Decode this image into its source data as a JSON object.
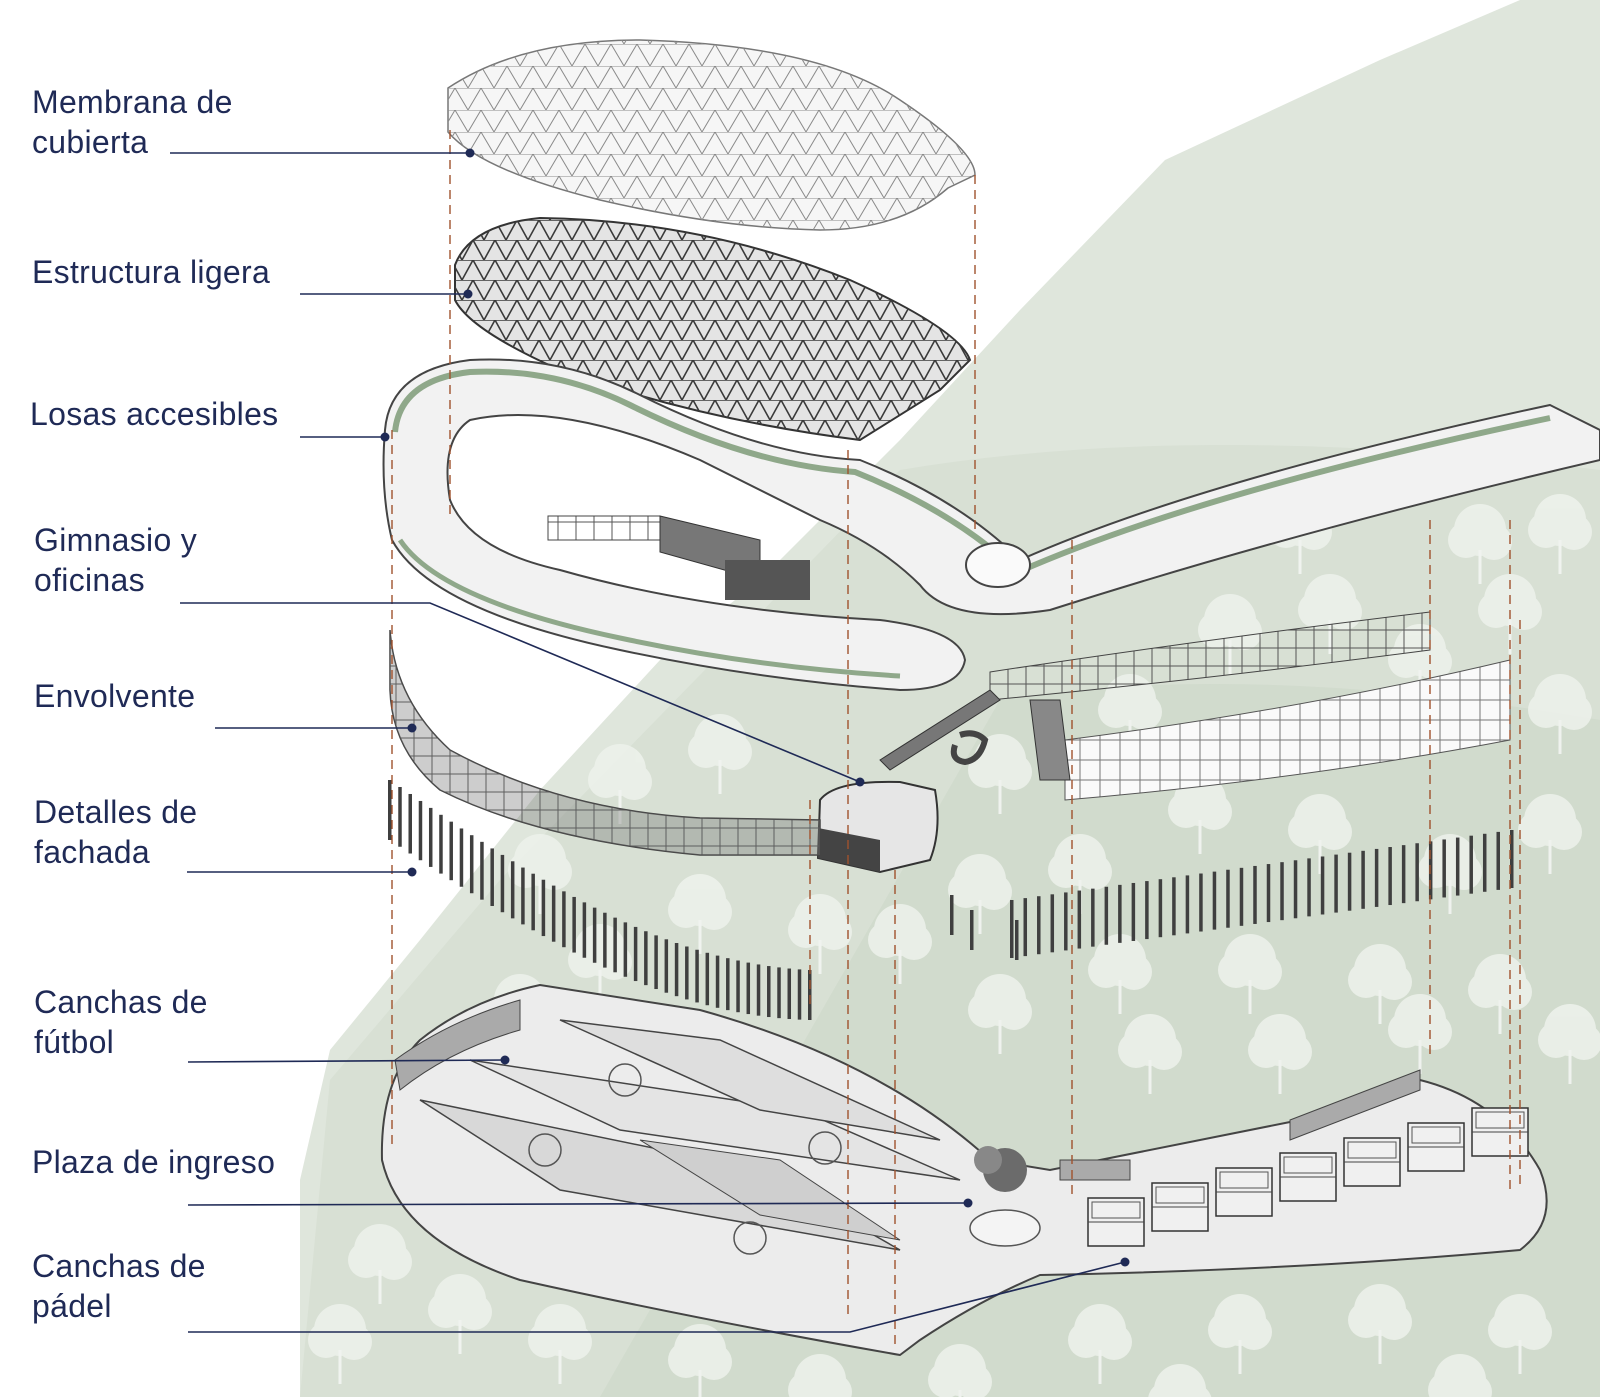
{
  "labels": [
    {
      "id": "membrana",
      "lines": [
        "Membrana de",
        "cubierta"
      ]
    },
    {
      "id": "estructura",
      "lines": [
        "Estructura ligera"
      ]
    },
    {
      "id": "losas",
      "lines": [
        "Losas accesibles"
      ]
    },
    {
      "id": "gimnasio",
      "lines": [
        "Gimnasio y",
        "oficinas"
      ]
    },
    {
      "id": "envolvente",
      "lines": [
        "Envolvente"
      ]
    },
    {
      "id": "detalles",
      "lines": [
        "Detalles de",
        "fachada"
      ]
    },
    {
      "id": "futbol",
      "lines": [
        "Canchas de",
        "fútbol"
      ]
    },
    {
      "id": "plaza",
      "lines": [
        "Plaza de ingreso"
      ]
    },
    {
      "id": "padel",
      "lines": [
        "Canchas de",
        "pádel"
      ]
    }
  ],
  "colors": {
    "label_text": "#1f2a56",
    "leader_line": "#1f2a56",
    "projection_line": "#a0522d",
    "terrain": "#dfe6dc",
    "terrain_dark": "#cfd9cb",
    "tree": "#eef2ec",
    "slab_green": "#8fa88a",
    "structure": "#6b6b6b"
  }
}
